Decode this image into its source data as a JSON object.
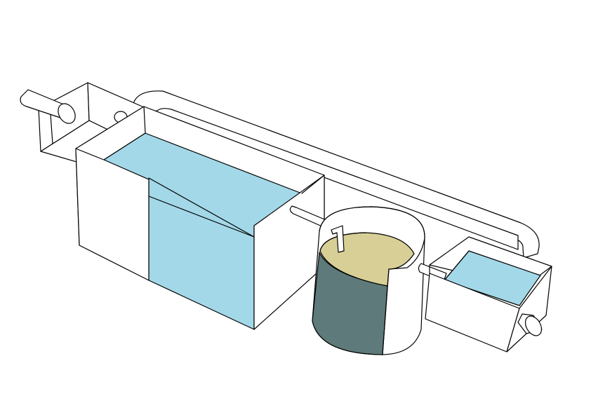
{
  "diagram": {
    "kind": "water-treatment-system-illustration",
    "components": [
      "inlet-chamber",
      "main-settling-tank",
      "cylindrical-filter-tank",
      "outlet-chamber",
      "return-loop-pipe"
    ],
    "colors": {
      "water": "#a3d8e8",
      "sludge": "#d8cf96",
      "tank_shadow": "#5e7a7b",
      "outline": "#000000",
      "background": "#ffffff"
    }
  }
}
